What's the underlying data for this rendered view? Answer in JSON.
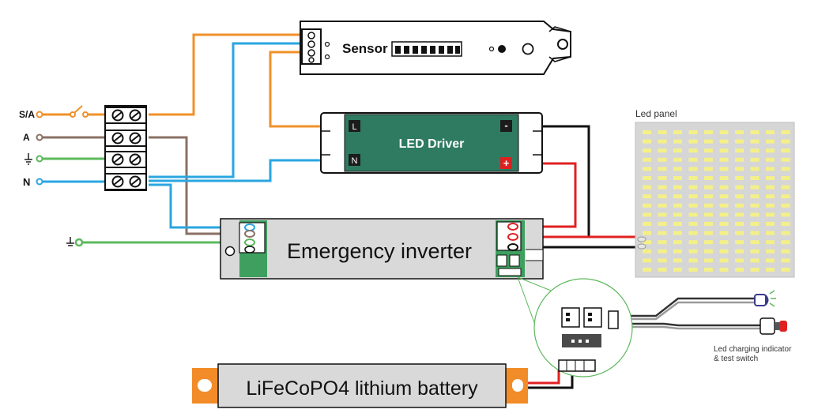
{
  "terminals": {
    "sa": "S/A",
    "a": "A",
    "n": "N"
  },
  "sensor": {
    "label": "Sensor"
  },
  "driver": {
    "label": "LED Driver",
    "term_l": "L",
    "term_n": "N",
    "term_minus": "-",
    "term_plus": "+"
  },
  "inverter": {
    "label": "Emergency inverter"
  },
  "panel": {
    "label": "Led panel"
  },
  "indicator": {
    "line1": "Led charging indicator",
    "line2": "& test switch"
  },
  "battery": {
    "label": "LiFeCoPO4 lithium battery"
  },
  "colors": {
    "live_switched": "#f0912a",
    "live": "#8a7064",
    "earth": "#5cb85c",
    "neutral": "#2aa6e0",
    "negative": "#111111",
    "positive": "#e02020",
    "driver_fill": "#2e7b62",
    "inverter_fill": "#d9d9d9",
    "battery_accent": "#f28c28",
    "panel_led": "#f4f088"
  }
}
